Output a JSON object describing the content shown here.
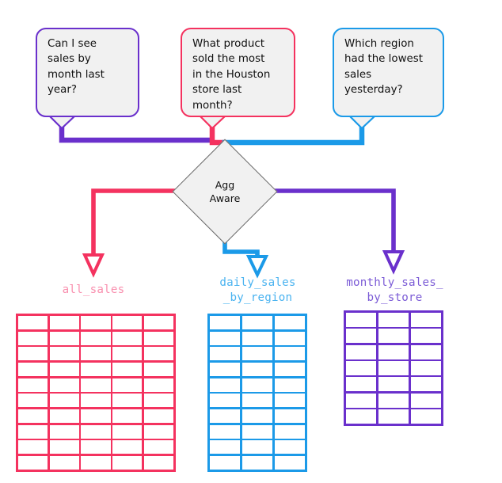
{
  "diagram": {
    "title": "Agg Aware routing diagram",
    "colors": {
      "purple": "#6a30cc",
      "pink": "#f4325f",
      "blue": "#1b9ae8",
      "purple_label": "#7b5bd6",
      "pink_label": "#f98fae",
      "blue_label": "#4ab3f0",
      "bubble_fill": "#f1f1f1",
      "node_stroke": "#6b6b6b",
      "text": "#111111"
    },
    "questions": [
      {
        "name": "question-bubble-month-sales",
        "text": "Can I see\nsales by\nmonth last\nyear?",
        "accent": "#6a30cc"
      },
      {
        "name": "question-bubble-houston-product",
        "text": "What product\nsold the most\nin the Houston\nstore last\nmonth?",
        "accent": "#f4325f"
      },
      {
        "name": "question-bubble-lowest-region",
        "text": "Which region\nhad the lowest\nsales\nyesterday?",
        "accent": "#1b9ae8"
      }
    ],
    "router": {
      "name": "agg-aware-node",
      "line1": "Agg",
      "line2": "Aware"
    },
    "tables": [
      {
        "name": "table-all-sales",
        "label": "all_sales",
        "accent": "#f4325f",
        "label_color": "#f98fae",
        "cols": 5,
        "rows": 10
      },
      {
        "name": "table-daily-sales-by-region",
        "label": "daily_sales\n_by_region",
        "accent": "#1b9ae8",
        "label_color": "#4ab3f0",
        "cols": 3,
        "rows": 10
      },
      {
        "name": "table-monthly-sales-by-store",
        "label": "monthly_sales_\nby_store",
        "accent": "#6a30cc",
        "label_color": "#7b5bd6",
        "cols": 3,
        "rows": 7
      }
    ]
  }
}
